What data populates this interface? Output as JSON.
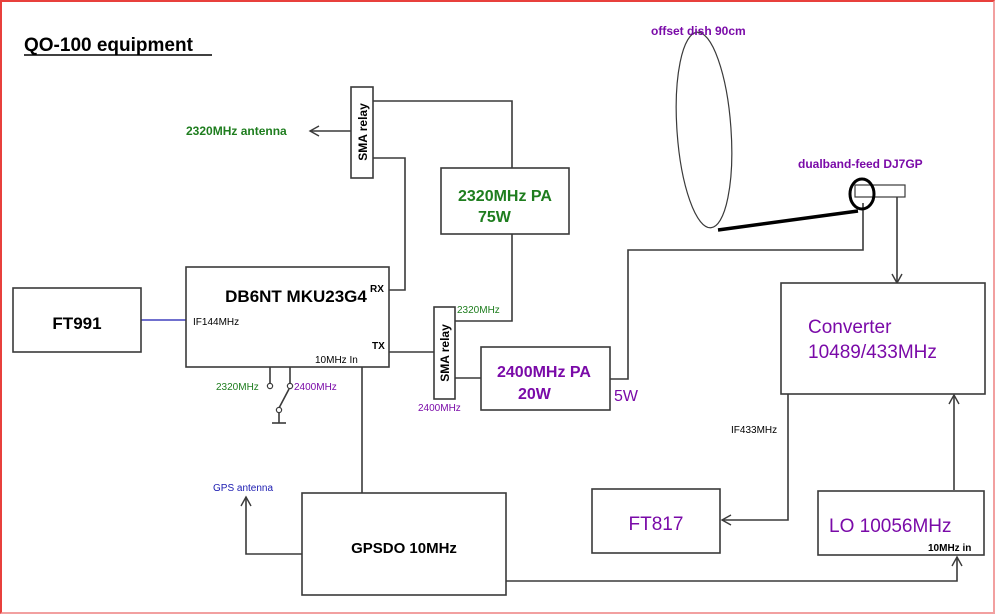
{
  "title": "QO-100 equipment",
  "colors": {
    "green": "#1e7d1e",
    "purple": "#7a0aa8",
    "blue": "#1a1ab0",
    "black": "#000000",
    "line": "#3a3a3a"
  },
  "blocks": {
    "ft991": {
      "label": "FT991"
    },
    "mku": {
      "label": "DB6NT MKU23G4",
      "port_rx": "RX",
      "port_tx": "TX",
      "port_if": "IF144MHz",
      "port_ref": "10MHz In"
    },
    "relay_top": {
      "label": "SMA relay"
    },
    "relay_mid": {
      "label": "SMA relay",
      "port_2320": "2320MHz",
      "port_2400": "2400MHz"
    },
    "pa2320": {
      "label_line1": "2320MHz PA",
      "label_line2": "75W"
    },
    "pa2400": {
      "label_line1": "2400MHz PA",
      "label_line2": "20W",
      "input_power": "5W"
    },
    "converter": {
      "label_line1": "Converter",
      "label_line2": "10489/433MHz",
      "if_label": "IF433MHz"
    },
    "ft817": {
      "label": "FT817"
    },
    "lo": {
      "label": "LO 10056MHz",
      "ref_label": "10MHz in"
    },
    "gpsdo": {
      "label": "GPSDO 10MHz"
    }
  },
  "labels": {
    "antenna_2320": "2320MHz antenna",
    "gps_antenna": "GPS antenna",
    "dish": "offset dish 90cm",
    "feed": "dualband-feed DJ7GP",
    "switch_2320": "2320MHz",
    "switch_2400": "2400MHz"
  }
}
